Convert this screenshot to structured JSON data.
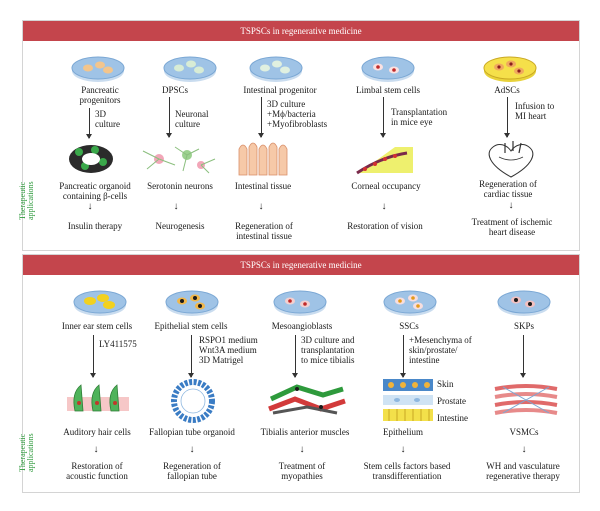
{
  "top": {
    "banner": "TSPSCs in regenerative medicine",
    "side_label": "Therapeutic\napplications",
    "columns": [
      {
        "source": "Pancreatic\nprogenitors",
        "method": "3D\nculture",
        "tissue": "Pancreatic organoid\ncontaining β-cells",
        "application": "Insulin therapy"
      },
      {
        "source": "DPSCs",
        "method": "Neuronal\nculture",
        "tissue": "Serotonin neurons",
        "application": "Neurogenesis"
      },
      {
        "source": "Intestinal progenitor",
        "method": "3D culture\n+Mϕ/bacteria\n+Myofibroblasts",
        "tissue": "Intestinal tissue",
        "application": "Regeneration of\nintestinal tissue"
      },
      {
        "source": "Limbal stem cells",
        "method": "Transplantation\nin mice eye",
        "tissue": "Corneal occupancy",
        "application": "Restoration of vision"
      },
      {
        "source": "AdSCs",
        "method": "Infusion to\nMI heart",
        "tissue": "Regeneration of\ncardiac tissue",
        "application": "Treatment of ischemic\nheart disease"
      }
    ]
  },
  "bottom": {
    "banner": "TSPSCs in regenerative medicine",
    "side_label": "Therapeutic\napplications",
    "columns": [
      {
        "source": "Inner ear stem cells",
        "method": "LY411575",
        "tissue": "Auditory hair cells",
        "application": "Restoration of\nacoustic function"
      },
      {
        "source": "Epithelial stem cells",
        "method": "RSPO1 medium\nWnt3A medium\n3D Matrigel",
        "tissue": "Fallopian tube organoid",
        "application": "Regeneration of\nfallopian tube"
      },
      {
        "source": "Mesoangioblasts",
        "method": "3D culture and\ntransplantation\nto mice tibialis",
        "tissue": "Tibialis anterior muscles",
        "application": "Treatment of\nmyopathies"
      },
      {
        "source": "SSCs",
        "method": "+Mesenchyma of\nskin/prostate/\nintestine",
        "tissue": "Epithelium",
        "application": "Stem cells factors based\ntransdifferentiation",
        "layers": [
          "Skin",
          "Prostate",
          "Intestine"
        ]
      },
      {
        "source": "SKPs",
        "method": "",
        "tissue": "VSMCs",
        "application": "WH and vasculature\nregenerative therapy"
      }
    ]
  },
  "colors": {
    "banner": "#c4454c",
    "side_label": "#2e9a3c",
    "dish": "#9fc3e6"
  }
}
